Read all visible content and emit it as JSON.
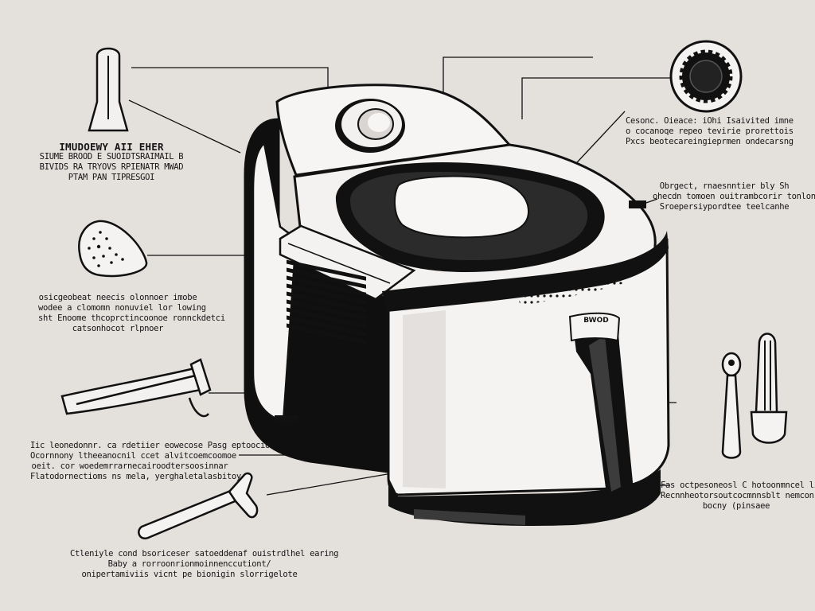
{
  "device": {
    "brand_label": "BWOD"
  },
  "callouts": {
    "top_left": [
      "IMUDOEWY AII EHER",
      "SIUME BROOD E SUOIDTSRAIMAIL B",
      "BIVIDS RA TRYOVS RPIENATR MWAD",
      "PTAM PAN TIPRESGOI"
    ],
    "top_right": [
      "Cesonc. Oieace: iOhi Isaivited imne",
      "o cocanoqe repeo tevirie prorettois",
      "Pxcs beotecareingieprmen ondecarsng"
    ],
    "mid_right": [
      "Obrgect, rnaesnntier bly Sh",
      "ohecdn tomoen ouitrambcorir tonlon",
      "Sroepersiypordtee teelcanhe"
    ],
    "left_middle": [
      "osicgeobeat neecis olonnoer imobe",
      "wodee a clomomn nonuviel lor lowing",
      "sht Enoome thcoprctincoonoe ronnckdetci",
      "catsonhocot rlpnoer"
    ],
    "left_lower": [
      "Iic leonedonnr. ca rdetiier eowecose Pasg eptoocio",
      "Ocornnony ltheeanocnil ccet alvitcoemcoomoe",
      "oeit. cor woedemrrarnecairoodtersoosinnar",
      "Flatodornectioms ns mela, yerghaletalasbitoy"
    ],
    "bottom_center": [
      "Ctleniyle cond bsoriceser satoeddenaf ouistrdlhel earing",
      "Baby a rorroonrionmoinnenccutiont/",
      "onipertamiviis vicnt pe bionigin slorrigelote"
    ],
    "bottom_right": [
      "Fas octpesoneosl C hotoonmncel lineacn",
      "Recnnheotorsoutcocmnnsblt nemcon",
      "bocny (pinsaee"
    ]
  },
  "icons": [
    "tapered-tube-icon",
    "gear-knob-icon",
    "citrus-slice-icon",
    "basket-handle-icon",
    "hammer-tool-icon",
    "small-spoon-icon",
    "cup-brush-icon"
  ]
}
